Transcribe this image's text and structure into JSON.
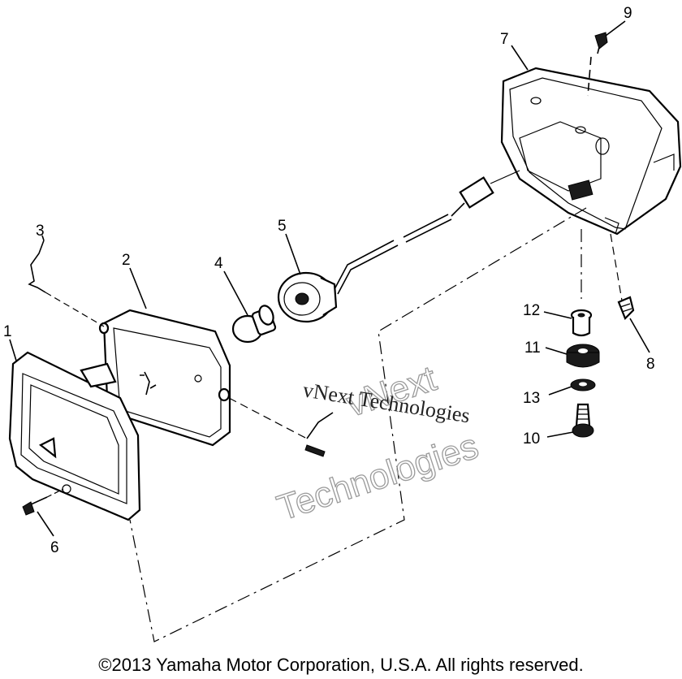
{
  "callouts": [
    {
      "id": "1",
      "label": "1"
    },
    {
      "id": "2",
      "label": "2"
    },
    {
      "id": "3",
      "label": "3"
    },
    {
      "id": "4",
      "label": "4"
    },
    {
      "id": "5",
      "label": "5"
    },
    {
      "id": "6",
      "label": "6"
    },
    {
      "id": "7",
      "label": "7"
    },
    {
      "id": "8",
      "label": "8"
    },
    {
      "id": "9",
      "label": "9"
    },
    {
      "id": "10",
      "label": "10"
    },
    {
      "id": "11",
      "label": "11"
    },
    {
      "id": "12",
      "label": "12"
    },
    {
      "id": "13",
      "label": "13"
    }
  ],
  "watermark": {
    "line1": "vNext Technologies",
    "line2a": "vNext",
    "line2b": "Technologies"
  },
  "copyright": "©2013 Yamaha Motor Corporation, U.S.A. All rights reserved."
}
